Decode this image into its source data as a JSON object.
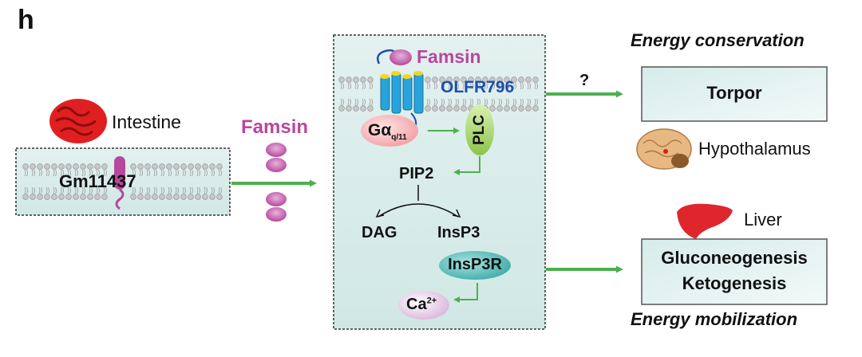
{
  "panel_label": "h",
  "intestine": {
    "label": "Intestine",
    "receptor": "Gm11437"
  },
  "secreted": {
    "label": "Famsin"
  },
  "cell": {
    "ligand": "Famsin",
    "receptor": "OLFR796",
    "g_protein": "Gα",
    "g_protein_sub": "q/11",
    "enzyme": "PLC",
    "substrate": "PIP2",
    "product_1": "DAG",
    "product_2": "InsP3",
    "ip3_receptor": "InsP3R",
    "ion": "Ca",
    "ion_charge": "2+"
  },
  "upper_output": {
    "header": "Energy conservation",
    "question_mark": "?",
    "box": "Torpor",
    "organ": "Hypothalamus"
  },
  "lower_output": {
    "header": "Energy mobilization",
    "organ": "Liver",
    "box_line_1": "Gluconeogenesis",
    "box_line_2": "Ketogenesis"
  },
  "colors": {
    "arrow": "#4db04f",
    "membrane_fill": "#e1efed",
    "famsin": "#b8479f",
    "receptor": "#27a4dc",
    "olfr_text": "#1f4eb0",
    "insp3r": "#53c2bf",
    "plc": "#a7d566",
    "galpha": "#f5b4b8",
    "intestine": "#e02020",
    "liver": "#e0262d",
    "brain": "#e7b882"
  }
}
